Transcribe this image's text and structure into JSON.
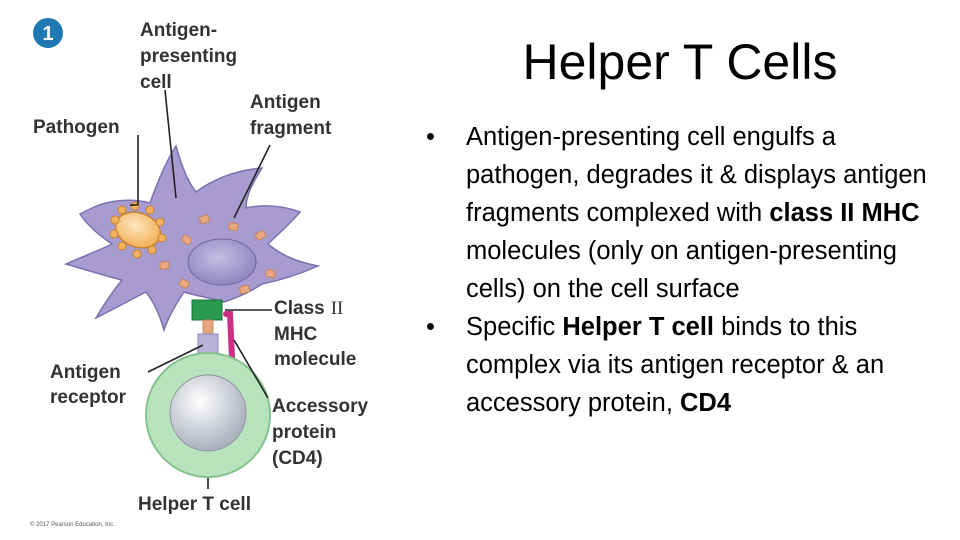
{
  "title": "Helper T Cells",
  "bullets": [
    {
      "parts": [
        {
          "text": "Antigen-presenting cell engulfs a pathogen, degrades it & displays antigen fragments complexed with ",
          "bold": false
        },
        {
          "text": "class II MHC",
          "bold": true
        },
        {
          "text": " molecules (only on antigen-presenting cells) on the cell surface",
          "bold": false
        }
      ]
    },
    {
      "parts": [
        {
          "text": "Specific ",
          "bold": false
        },
        {
          "text": "Helper T cell",
          "bold": true
        },
        {
          "text": " binds to this complex via its antigen receptor & an accessory protein, ",
          "bold": false
        },
        {
          "text": "CD4",
          "bold": true
        }
      ]
    }
  ],
  "figure": {
    "step_number": "1",
    "labels": {
      "apc": [
        "Antigen-",
        "presenting",
        "cell"
      ],
      "pathogen": "Pathogen",
      "fragment": [
        "Antigen",
        "fragment"
      ],
      "class_word": "Class",
      "class_numeral": "II",
      "mhc": [
        "MHC",
        "molecule"
      ],
      "receptor": [
        "Antigen",
        "receptor"
      ],
      "accessory": [
        "Accessory",
        "protein",
        "(CD4)"
      ],
      "helper": "Helper T cell"
    },
    "copyright": "© 2017 Pearson Education, Inc."
  },
  "colors": {
    "apc_fill": "#a79bd0",
    "nucleus": "#8f86bf",
    "pathogen": "#f2b25c",
    "fragment": "#e8a77e",
    "mhc": "#2a9a4e",
    "receptor": "#b7b3d9",
    "cd4": "#cc2f86",
    "tcell_outer": "#b9e3bd",
    "tcell_inner": "#c4c9d4",
    "step_circle": "#1f78b4"
  }
}
